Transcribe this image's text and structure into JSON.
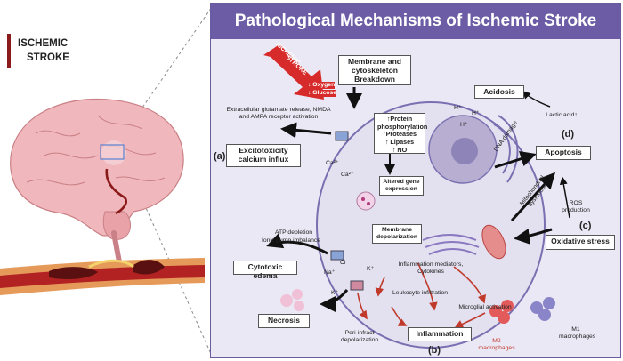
{
  "left": {
    "title_line1": "ISCHEMIC",
    "title_line2": "STROKE"
  },
  "header": {
    "title": "Pathological Mechanisms of Ischemic Stroke"
  },
  "arrow": {
    "label_line1": "ISCHEMIC",
    "label_line2": "STROKE",
    "oxygen": "↓ Oxygen",
    "glucose": "↓ Glucose"
  },
  "boxes": {
    "membrane_breakdown": "Membrane and cytoskeleton Breakdown",
    "excitotoxicity": "Excitotoxicity calcium influx",
    "acidosis": "Acidosis",
    "apoptosis": "Apoptosis",
    "oxidative": "Oxidative stress",
    "cytotoxic": "Cytotoxic edema",
    "necrosis": "Necrosis",
    "inflammation": "Inflammation",
    "protein_line1": "↑Protein",
    "protein_line2": "phosphorylation",
    "protein_line3": "↑Proteases",
    "protein_line4": "↑ Lipases",
    "protein_line5": "↑ NO",
    "gene": "Altered gene expression",
    "depolarization": "Membrane depolarization"
  },
  "labels": {
    "glutamate": "Extracellular glutamate release, NMDA and AMPA receptor activation",
    "lactic": "Lactic acid↑",
    "dna": "DNA damage",
    "mito": "Mitochondrial dysfuntion",
    "ros": "ROS production",
    "atp1": "ATP depletion",
    "atp2": "Ionic pump imbalance",
    "inflam_mediators": "Inflammation mediators, Cytokines",
    "leukocyte": "Leukocyte infiltration",
    "microglial": "Microglial activation",
    "periinfarct": "Peri-infract depolarization",
    "m1": "M1 macrophages",
    "m2": "M2 macrophages"
  },
  "markers": {
    "a": "(a)",
    "b": "(b)",
    "c": "(c)",
    "d": "(d)"
  },
  "ions": {
    "h": "H⁺",
    "ca": "Ca²⁺",
    "na": "Na⁺",
    "cl": "Cl⁻",
    "k": "K⁺"
  }
}
